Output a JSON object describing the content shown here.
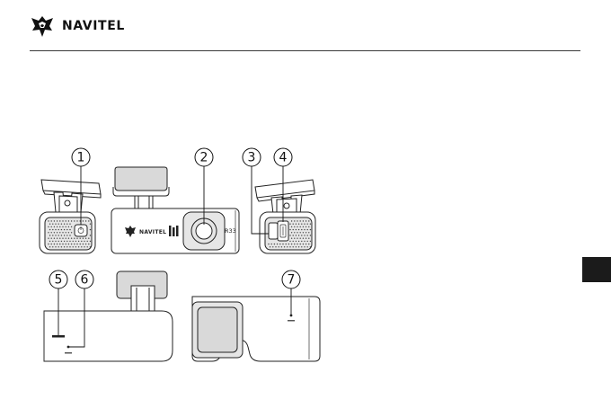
{
  "header": {
    "brand_name": "NAVITEL"
  },
  "diagram": {
    "front_view": {
      "brand_label": "NAVITEL",
      "model_label": "R33"
    },
    "callouts": [
      {
        "number": "1"
      },
      {
        "number": "2"
      },
      {
        "number": "3"
      },
      {
        "number": "4"
      },
      {
        "number": "5"
      },
      {
        "number": "6"
      },
      {
        "number": "7"
      }
    ]
  },
  "colors": {
    "line": "#222222",
    "side_tab": "#1b1b1b"
  }
}
